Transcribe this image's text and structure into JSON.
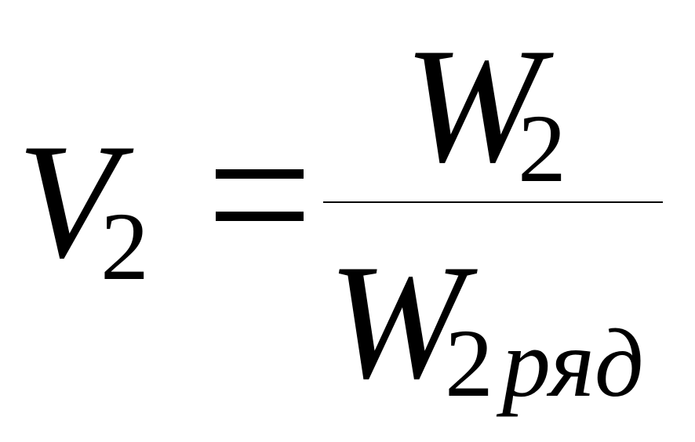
{
  "formula": {
    "lhs": {
      "symbol": "V",
      "subscript": "2"
    },
    "equals": "=",
    "numerator": {
      "symbol": "W",
      "subscript": "2"
    },
    "denominator": {
      "symbol": "W",
      "subscript_digit": "2",
      "subscript_text": "ряд"
    }
  }
}
